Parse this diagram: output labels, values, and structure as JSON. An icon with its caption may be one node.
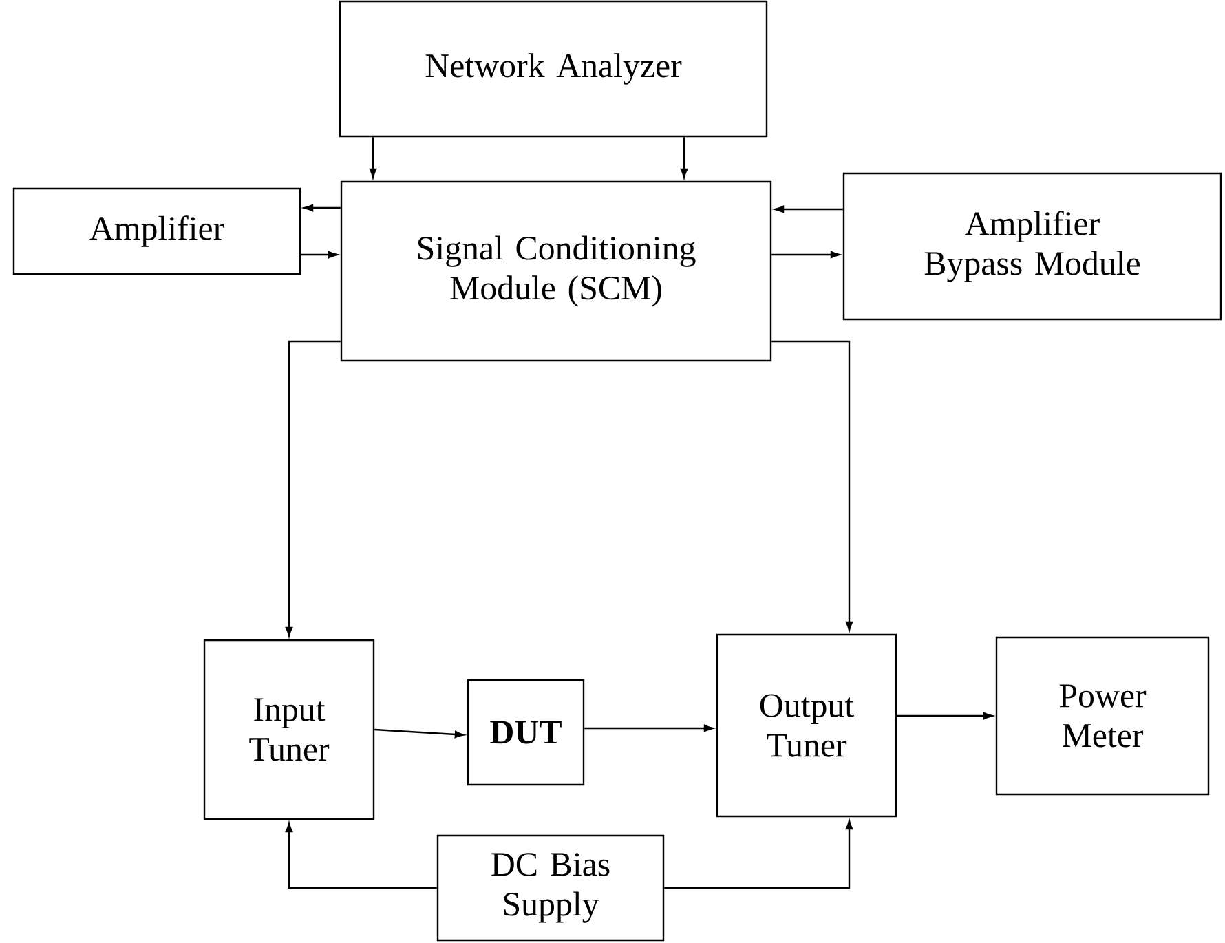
{
  "diagram": {
    "nodes": [
      {
        "text": [
          "Network Analyzer"
        ]
      },
      {
        "text": [
          "Amplifier"
        ]
      },
      {
        "text": [
          "Signal Conditioning Module (SCM)"
        ]
      },
      {
        "text": [
          "Amplifier Bypass Module"
        ]
      },
      {
        "text": [
          "Input Tuner"
        ]
      },
      {
        "text": [
          "DUT"
        ]
      },
      {
        "text": [
          "Output Tuner"
        ]
      },
      {
        "text": [
          "Power Meter"
        ]
      },
      {
        "text": [
          "DC Bias Supply"
        ]
      }
    ],
    "edges": [
      {
        "from": 0,
        "to": 2,
        "arrow": "to"
      },
      {
        "from": 0,
        "to": 2,
        "arrow": "to"
      },
      {
        "from": 2,
        "to": 1,
        "arrow": "to"
      },
      {
        "from": 1,
        "to": 2,
        "arrow": "to"
      },
      {
        "from": 3,
        "to": 2,
        "arrow": "to"
      },
      {
        "from": 2,
        "to": 3,
        "arrow": "to"
      },
      {
        "from": 2,
        "to": 4,
        "arrow": "to"
      },
      {
        "from": 2,
        "to": 6,
        "arrow": "to"
      },
      {
        "from": 4,
        "to": 5,
        "arrow": "to"
      },
      {
        "from": 5,
        "to": 6,
        "arrow": "to"
      },
      {
        "from": 6,
        "to": 7,
        "arrow": "to"
      },
      {
        "from": 8,
        "to": 4,
        "arrow": "to"
      },
      {
        "from": 8,
        "to": 6,
        "arrow": "to"
      }
    ]
  }
}
